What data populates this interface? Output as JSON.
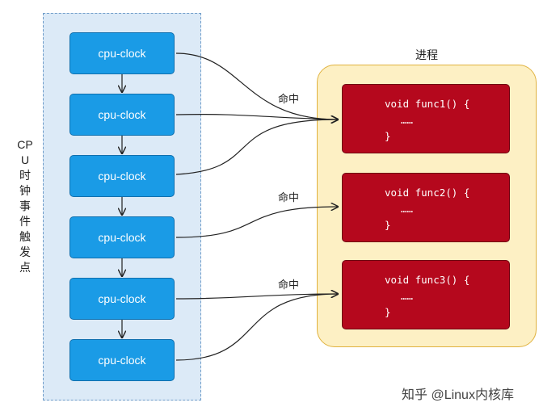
{
  "cpu_label": "CPU时钟事件触发点",
  "clock_label": "cpu-clock",
  "clocks": [
    "cpu-clock",
    "cpu-clock",
    "cpu-clock",
    "cpu-clock",
    "cpu-clock",
    "cpu-clock"
  ],
  "process_title": "进程",
  "hit_label": "命中",
  "funcs": [
    {
      "open": "void func1() {",
      "body": "……",
      "close": "}"
    },
    {
      "open": "void func2() {",
      "body": "……",
      "close": "}"
    },
    {
      "open": "void func3() {",
      "body": "……",
      "close": "}"
    }
  ],
  "watermark": "知乎 @Linux内核库",
  "colors": {
    "cpu_panel": "#dceaf7",
    "clock_box": "#1a9be6",
    "process_panel": "#fdf0c4",
    "func_box": "#b5081d"
  }
}
